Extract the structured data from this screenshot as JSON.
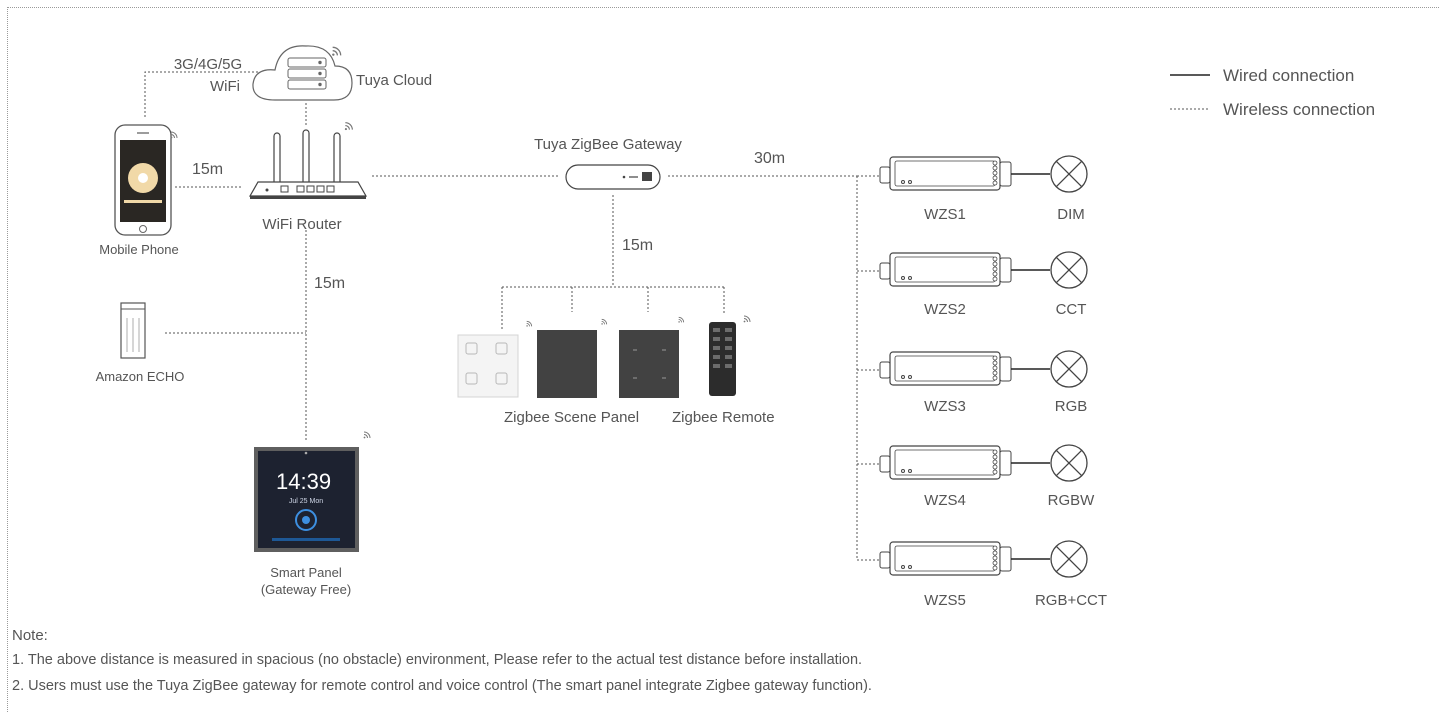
{
  "labels": {
    "cellular": "3G/4G/5G",
    "wifi": "WiFi",
    "cloud": "Tuya Cloud",
    "mobile": "Mobile Phone",
    "router": "WiFi Router",
    "gateway": "Tuya ZigBee Gateway",
    "echo": "Amazon ECHO",
    "smart_panel_line1": "Smart Panel",
    "smart_panel_line2": "(Gateway Free)",
    "scene_panel": "Zigbee Scene Panel",
    "remote": "Zigbee Remote",
    "panel_time": "14:39",
    "panel_date": "Jul 25 Mon"
  },
  "distances": {
    "phone_router": "15m",
    "router_echo": "15m",
    "gateway_panels": "15m",
    "gateway_controllers": "30m"
  },
  "legend": {
    "wired": "Wired connection",
    "wireless": "Wireless connection"
  },
  "controllers": [
    {
      "name": "WZS1",
      "light": "DIM"
    },
    {
      "name": "WZS2",
      "light": "CCT"
    },
    {
      "name": "WZS3",
      "light": "RGB"
    },
    {
      "name": "WZS4",
      "light": "RGBW"
    },
    {
      "name": "WZS5",
      "light": "RGB+CCT"
    }
  ],
  "notes": {
    "title": "Note:",
    "items": [
      "1. The above distance is measured in spacious (no obstacle) environment, Please refer to the actual test distance before installation.",
      "2. Users must use the Tuya ZigBee gateway for remote control and voice control (The smart panel integrate Zigbee gateway function)."
    ]
  },
  "colors": {
    "line": "#555555",
    "dark_panel": "#3e3e3e",
    "accent_blue": "#3d8fe0"
  }
}
